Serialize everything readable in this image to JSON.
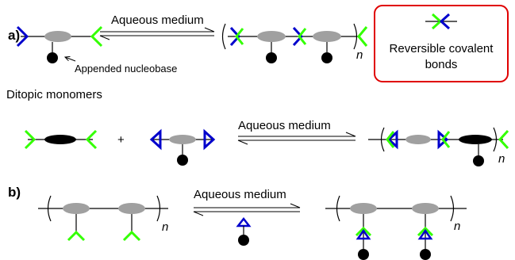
{
  "panel_a": {
    "tag": "a)",
    "arrow_label": "Aqueous medium",
    "annotation": "Appended nucleobase",
    "caption": "Ditopic monomers",
    "repeat_subscript": "n"
  },
  "legend": {
    "label_line1": "Reversible covalent",
    "label_line2": "bonds"
  },
  "row2": {
    "plus": "+",
    "arrow_label": "Aqueous medium",
    "repeat_subscript": "n"
  },
  "panel_b": {
    "tag": "b)",
    "arrow_label": "Aqueous medium",
    "repeat_subscript_left": "n",
    "repeat_subscript_right": "n"
  },
  "colors": {
    "green": "#33ff00",
    "blue": "#0000cc",
    "grey": "#a0a0a0",
    "black": "#000000",
    "red": "#e00000"
  }
}
